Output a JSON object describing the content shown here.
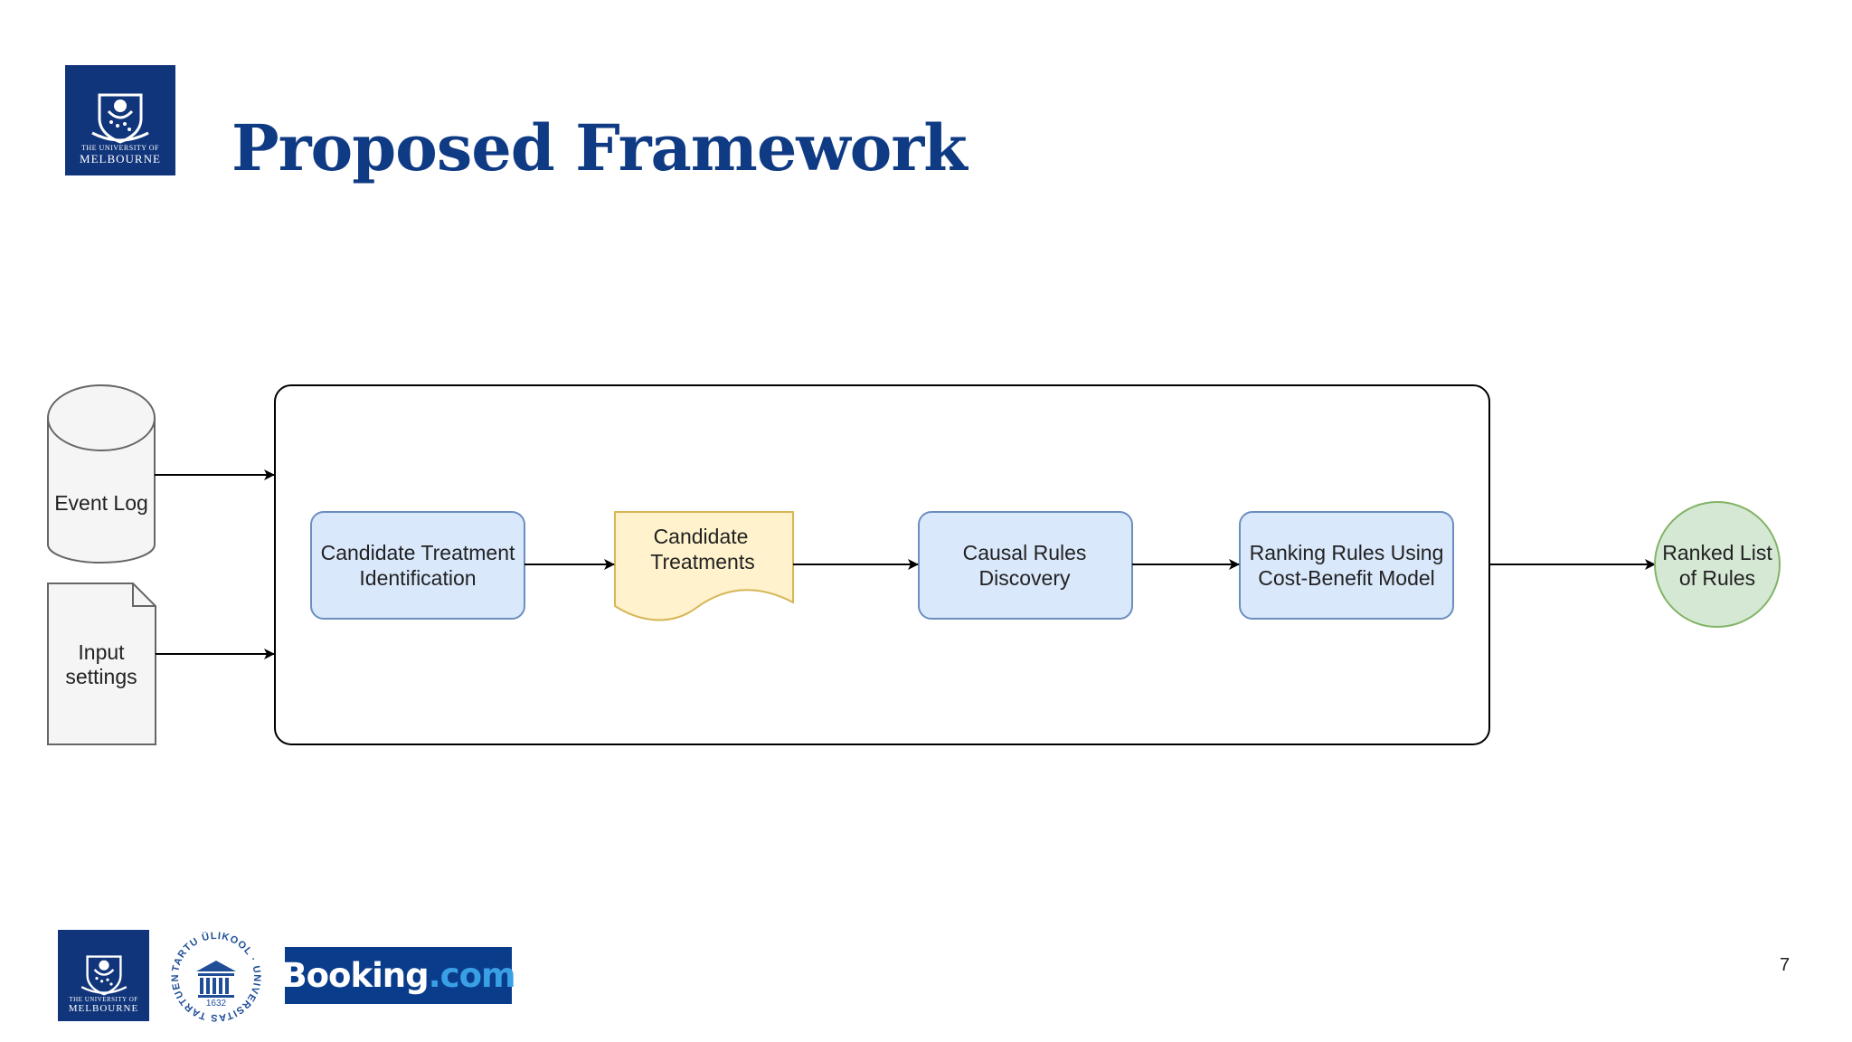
{
  "slide": {
    "title": "Proposed Framework",
    "page_number": "7"
  },
  "logos": {
    "melbourne_line1": "THE UNIVERSITY OF",
    "melbourne_line2": "MELBOURNE",
    "tartu_ring_text": "TARTU ÜLIKOOL · UNIVERSITAS TARTUENSIS",
    "tartu_year": "1632",
    "booking_main": "Booking",
    "booking_suffix": ".com"
  },
  "diagram": {
    "inputs": {
      "event_log": "Event Log",
      "input_settings_line1": "Input",
      "input_settings_line2": "settings"
    },
    "steps": {
      "identification_line1": "Candidate Treatment",
      "identification_line2": "Identification",
      "treatments_line1": "Candidate",
      "treatments_line2": "Treatments",
      "discovery_line1": "Causal Rules",
      "discovery_line2": "Discovery",
      "ranking_line1": "Ranking Rules Using",
      "ranking_line2": "Cost-Benefit Model"
    },
    "output": {
      "line1": "Ranked List",
      "line2": "of Rules"
    },
    "colors": {
      "process_fill": "#dae8fc",
      "process_stroke": "#6c8ebf",
      "document_fill": "#fff2cc",
      "document_stroke": "#d6b656",
      "output_fill": "#d5e8d4",
      "output_stroke": "#82b366",
      "input_fill": "#f5f5f5",
      "input_stroke": "#666666"
    }
  }
}
